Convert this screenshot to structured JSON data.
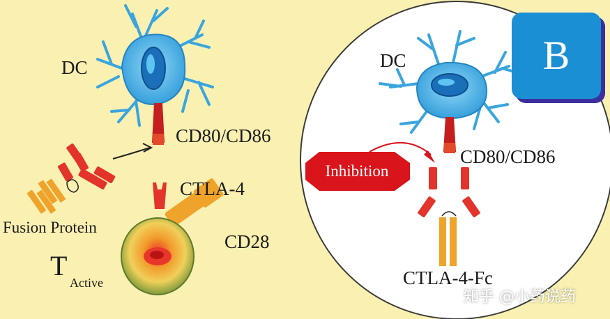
{
  "left_panel": {
    "dc_label": "DC",
    "cd80_label": "CD80/CD86",
    "ctla4_label": "CTLA-4",
    "cd28_label": "CD28",
    "fusion_label": "Fusion Protein",
    "t_label": "T",
    "t_subscript": "Active"
  },
  "right_panel": {
    "badge": "B",
    "dc_label": "DC",
    "inhibition_label": "Inhibition",
    "cd80_label": "CD80/CD86",
    "ctla4fc_label": "CTLA-4-Fc"
  },
  "watermark": "知乎 @小药说药",
  "colors": {
    "background": "#f9f0b1",
    "dendritic_cell": "#4ab3e6",
    "receptor_red": "#e23b26",
    "fc_orange": "#f0a32a",
    "inhibition_red": "#d9141b",
    "badge_blue": "#1b8fd4"
  }
}
